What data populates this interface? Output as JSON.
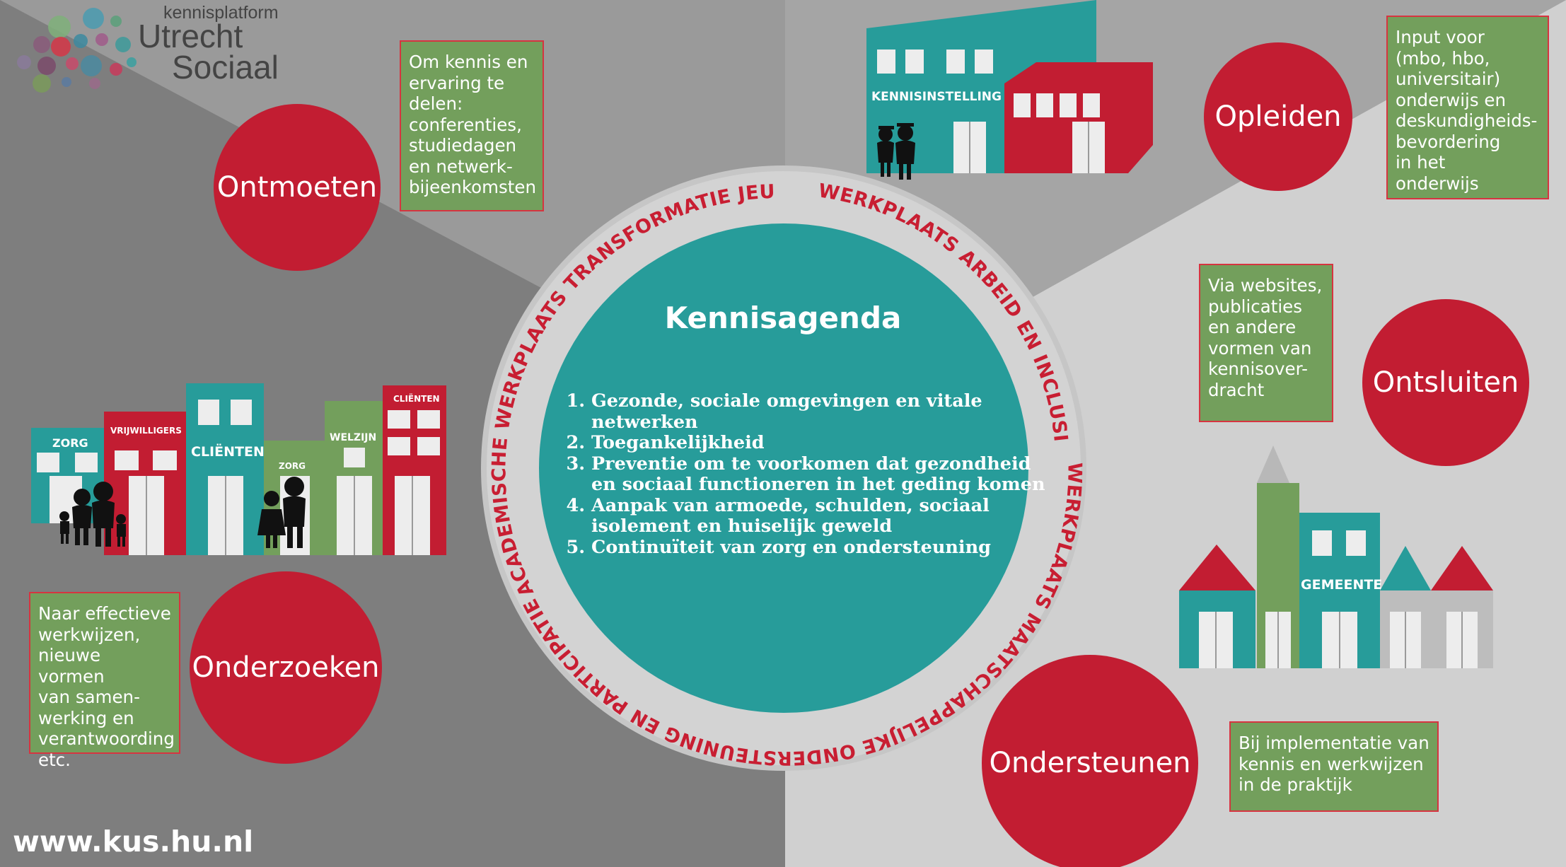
{
  "logo": {
    "line1": "kennisplatform",
    "line2": "Utrecht",
    "line3": "Sociaal"
  },
  "title": "Kennisagenda",
  "agenda_items": [
    "Gezonde, sociale omgevingen en vitale netwerken",
    "Toegankelijkheid",
    "Preventie om te voorkomen dat gezondheid en sociaal functioneren in het geding komen",
    "Aanpak van armoede, schulden, sociaal isolement en huiselijk geweld",
    "Continuïteit van zorg en ondersteuning"
  ],
  "ring_texts": {
    "jeugd": "ACADEMISCHE WERKPLAATS TRANSFORMATIE JEUGD",
    "arbeid": "WERKPLAATS ARBEID EN INCLUSIE",
    "mo": "WERKPLAATS MAATSCHAPPELIJKE ONDERSTEUNING EN PARTICIPATIE"
  },
  "circles": {
    "ontmoeten": "Ontmoeten",
    "opleiden": "Opleiden",
    "ontsluiten": "Ontsluiten",
    "onderzoeken": "Onderzoeken",
    "ondersteunen": "Ondersteunen"
  },
  "boxes": {
    "ontmoeten": "Om kennis en\nervaring te\ndelen:\nconferenties,\nstudiedagen\nen netwerk-\nbijeenkomsten",
    "opleiden": "Input voor\n(mbo, hbo,\nuniversitair)\nonderwijs en\ndeskundigheids-\nbevordering\nin het\nonderwijs",
    "ontsluiten": "Via websites,\npublicaties\nen andere\nvormen van\nkennisover-\ndracht",
    "onderzoeken": "Naar effectieve\nwerkwijzen,\nnieuwe vormen\nvan samen-\nwerking en\nverantwoording\netc.",
    "ondersteunen": "Bij implementatie van\nkennis en werkwijzen\nin de praktijk"
  },
  "building_labels": {
    "kennisinstelling": "KENNISINSTELLING",
    "gemeente": "GEMEENTE",
    "zorg1": "ZORG",
    "vrijwilligers": "VRIJWILLIGERS",
    "clienten1": "CLIËNTEN",
    "zorg2": "ZORG",
    "welzijn": "WELZIJN",
    "clienten2": "CLIËNTEN"
  },
  "url": "www.kus.hu.nl",
  "colors": {
    "red": "#c21d32",
    "teal": "#279c9a",
    "green": "#739f5c",
    "ring": "#d3d3d3"
  }
}
